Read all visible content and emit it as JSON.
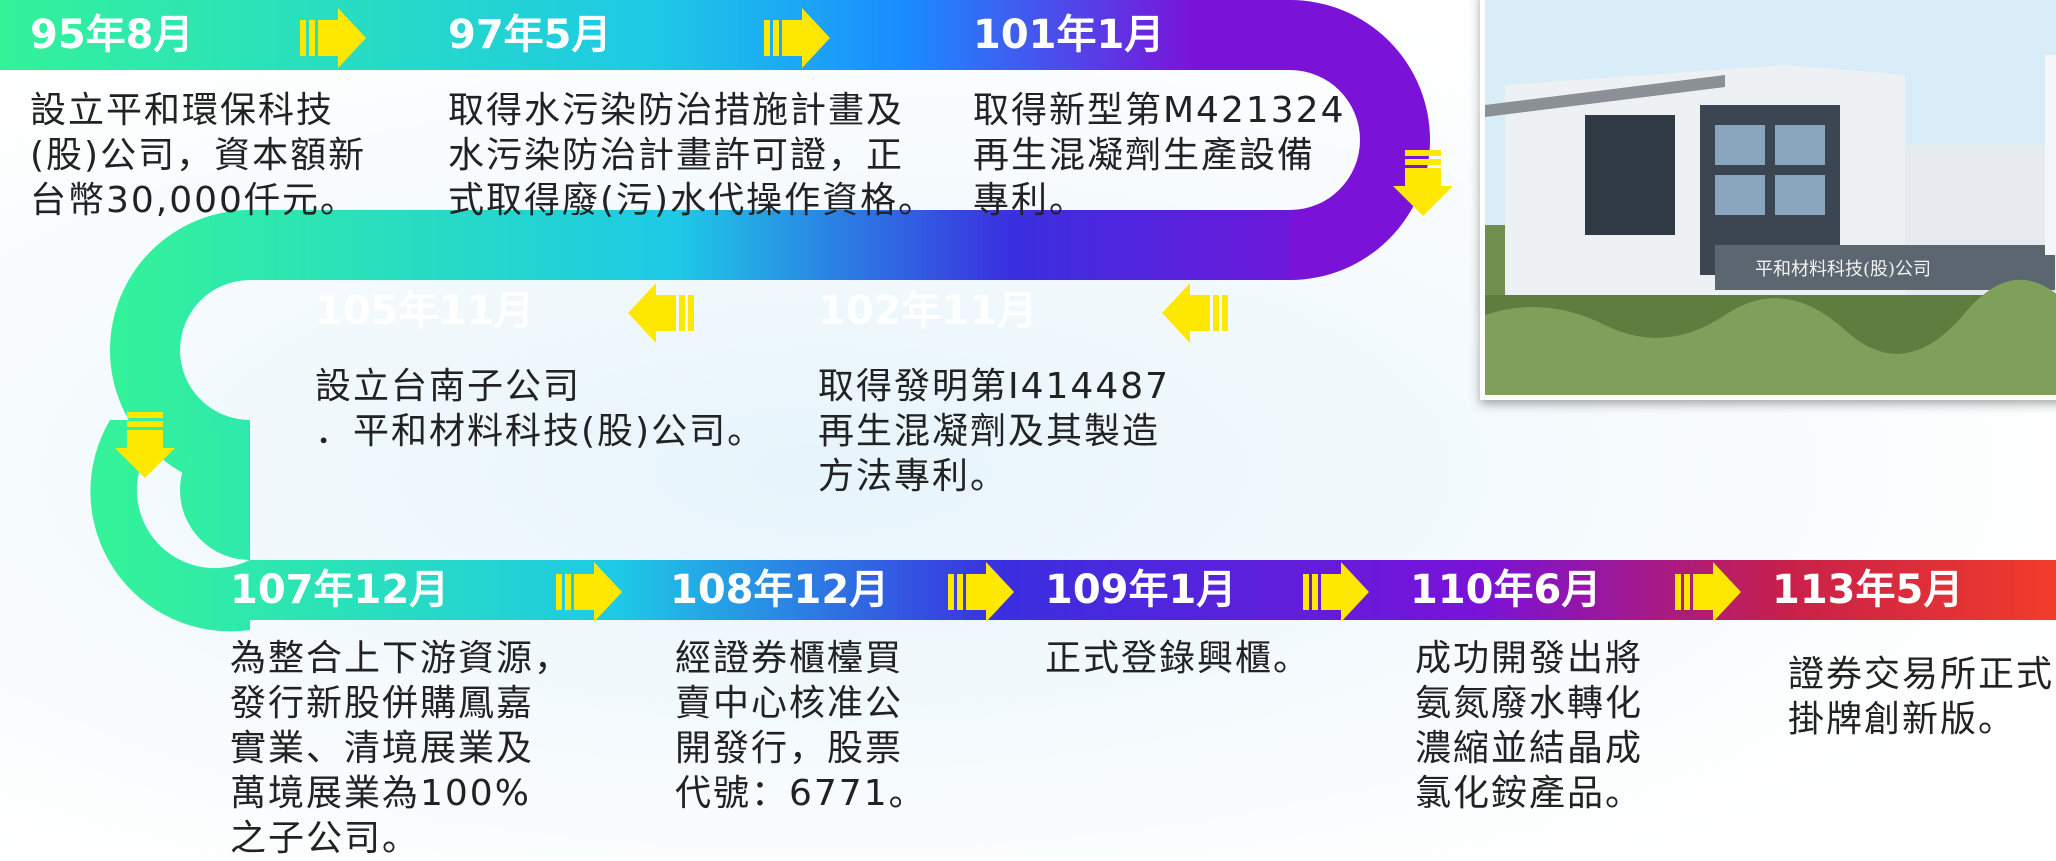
{
  "colors": {
    "green": "#33f29a",
    "cyan": "#1ec9e6",
    "blue": "#1a8cff",
    "indigo": "#3a2fe0",
    "purple": "#7a12d8",
    "crimson": "#c8204a",
    "red": "#f23c2a",
    "arrow": "#ffe800"
  },
  "milestones": [
    {
      "date": "95年8月",
      "lines": [
        "設立平和環保科技",
        "(股)公司，資本額新",
        "台幣30,000仟元。"
      ]
    },
    {
      "date": "97年5月",
      "lines": [
        "取得水污染防治措施計畫及",
        "水污染防治計畫許可證，正",
        "式取得廢(污)水代操作資格。"
      ]
    },
    {
      "date": "101年1月",
      "lines": [
        "取得新型第M421324",
        "再生混凝劑生產設備",
        "專利。"
      ]
    },
    {
      "date": "102年11月",
      "lines": [
        "取得發明第I414487",
        "再生混凝劑及其製造",
        "方法專利。"
      ]
    },
    {
      "date": "105年11月",
      "lines": [
        "設立台南子公司",
        "．平和材料科技(股)公司。"
      ]
    },
    {
      "date": "107年12月",
      "lines": [
        "為整合上下游資源，",
        "發行新股併購鳳嘉",
        "實業、清境展業及",
        "萬境展業為100%",
        "之子公司。"
      ]
    },
    {
      "date": "108年12月",
      "lines": [
        "經證券櫃檯買",
        "賣中心核准公",
        "開發行，股票",
        "代號：6771。"
      ]
    },
    {
      "date": "109年1月",
      "lines": [
        "正式登錄興櫃。"
      ]
    },
    {
      "date": "110年6月",
      "lines": [
        "成功開發出將",
        "氨氮廢水轉化",
        "濃縮並結晶成",
        "氯化銨產品。"
      ]
    },
    {
      "date": "113年5月",
      "lines": [
        "證券交易所正式",
        "掛牌創新版。"
      ]
    }
  ],
  "photo": {
    "sign_text": "平和材料科技(股)公司"
  }
}
